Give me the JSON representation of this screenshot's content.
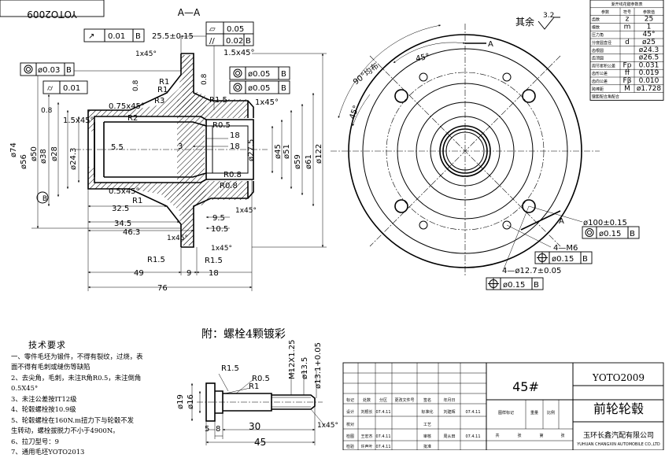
{
  "drawing_number": "YOTO2009",
  "drawing_number_mirrored": "YOTO2009",
  "part_name": "前轮轮毂",
  "material": "45#",
  "company": "玉环长鑫汽配有限公司",
  "company_en": "YUHUAN CHANGXIN AUTOMOBILE CO.,LTD",
  "section_label": "A—A",
  "section_marks": [
    "A",
    "A"
  ],
  "surface_rest": "其余",
  "surface_value": "3.2",
  "datum_b": "B",
  "accessory_note": "附：螺栓4颗镀彩",
  "tech_req": {
    "title": "技术要求",
    "items": [
      "一、零件毛坯为锻件，不得有裂纹，过烧，表",
      "面不得有毛刺或缝伤等缺陷",
      "2、去尖角，毛刺，未注R角R0.5，未注倒角",
      "0.5X45°",
      "3、未注公差按IT12级",
      "4、轮毂螺栓按10.9级",
      "5、轮毂螺栓在160N.m扭力下与轮毂不发",
      "生转动，螺栓拔脱力不小于4900N。",
      "6、拉刀型号：9",
      "7、通用毛坯YOTO2013"
    ]
  },
  "fcf": {
    "f1": {
      "tol": "0.01",
      "datum": "B"
    },
    "f2": {
      "tol": "0.05"
    },
    "f3": {
      "tol": "0.02",
      "datum": "B"
    },
    "f4": {
      "tol": "ø0.03",
      "datum": "B"
    },
    "f5": {
      "tol": "0.01"
    },
    "f6": {
      "tol": "ø0.05",
      "datum": "B"
    },
    "f7": {
      "tol": "ø0.05",
      "datum": "B"
    },
    "f8": {
      "tol": "ø0.15",
      "datum": "B"
    },
    "f9": {
      "tol": "ø0.15",
      "datum": "B"
    },
    "f10": {
      "tol": "ø0.15",
      "datum": "B"
    }
  },
  "dims": {
    "d25": "25.5±0.15",
    "c1": "1x45°",
    "c2": "1.5x45°",
    "r1": "R1",
    "r1b": "R1",
    "r3": "R3",
    "r15": "R1.5",
    "r2": "R2",
    "c075": "0.75x45°",
    "c15": "1.5x45°",
    "c1b": "1x45°",
    "r05": "R0.5",
    "n3": "3",
    "n18": "18",
    "n55": "5.5",
    "r08a": "R0.8",
    "r08b": "R0.8",
    "c05": "0.5x45°",
    "r1c": "R1",
    "n325": "32.5",
    "n345": "34.5",
    "n463": "46.3",
    "n95": "9.5",
    "n105": "10.5",
    "c1c": "1x45°",
    "c1d": "1x45°",
    "c1e": "1x45°",
    "r15b": "R1.5",
    "r15c": "R1.5",
    "n49": "49",
    "n9": "9",
    "n18b": "18",
    "n76": "76",
    "n08a": "0.8",
    "n08b": "0.8",
    "n08c": "0.8",
    "d74": "ø74",
    "d56": "ø56",
    "d50": "ø50",
    "d38": "ø38",
    "d28": "ø28",
    "d243": "ø24.3",
    "d275": "ø27.5",
    "d45": "ø45",
    "d51": "ø51",
    "d59": "ø59",
    "d61": "ø61",
    "d122": "ø122",
    "ang45a": "45°",
    "ang45b": "45°",
    "ang90": "90°均布",
    "d100": "ø100±0.15",
    "m6": "4—M6",
    "d127": "4—ø12.7±0.05",
    "bolt_r15": "R1.5",
    "bolt_r05": "R0.5",
    "bolt_r1": "R1",
    "bolt_m12": "M12X1.25",
    "bolt_d135": "ø13.5",
    "bolt_d131": "ø13.1+0.05",
    "bolt_d19": "ø19",
    "bolt_d16": "ø16",
    "bolt_n30": "30",
    "bolt_n5": "5",
    "bolt_n8": "8",
    "bolt_n45": "45",
    "bolt_c1": "1x45°"
  },
  "params_table": {
    "title": "渐开线花键参数表",
    "headers": [
      "参数",
      "符号",
      "参数值"
    ],
    "rows": [
      [
        "齿数",
        "z",
        "25"
      ],
      [
        "模数",
        "m",
        "1"
      ],
      [
        "压力角",
        "",
        "45°"
      ],
      [
        "分度圆直径",
        "d",
        "ø25"
      ],
      [
        "齿根圆",
        "",
        "ø24.3"
      ],
      [
        "齿顶圆",
        "",
        "ø26.5"
      ],
      [
        "周节累积公差",
        "Fp",
        "0.031"
      ],
      [
        "齿形公差",
        "ff",
        "0.019"
      ],
      [
        "齿向公差",
        "Fβ",
        "0.010"
      ],
      [
        "跨棒距",
        "M",
        "ø1.728"
      ],
      [
        "键距配合角配合",
        "",
        ""
      ]
    ]
  },
  "title_block": {
    "row_labels": [
      "标记",
      "处数",
      "分区",
      "更改文件号",
      "签名",
      "年月日"
    ],
    "sign_rows": [
      [
        "设计",
        "刘根长",
        "07.4.11",
        "标准化",
        "刘建辉",
        "07.4.11"
      ],
      [
        "校对",
        "",
        "",
        "工艺",
        "",
        ""
      ],
      [
        "检图",
        "王宏杰",
        "07.4.11",
        "审核",
        "周从田",
        "07.4.11"
      ],
      [
        "检验",
        "许声叶",
        "07.4.11",
        "批准",
        "",
        ""
      ]
    ],
    "stage_labels": [
      "图样标记",
      "重量",
      "比例"
    ],
    "sheet_labels": [
      "共",
      "张",
      "第",
      "张"
    ]
  }
}
